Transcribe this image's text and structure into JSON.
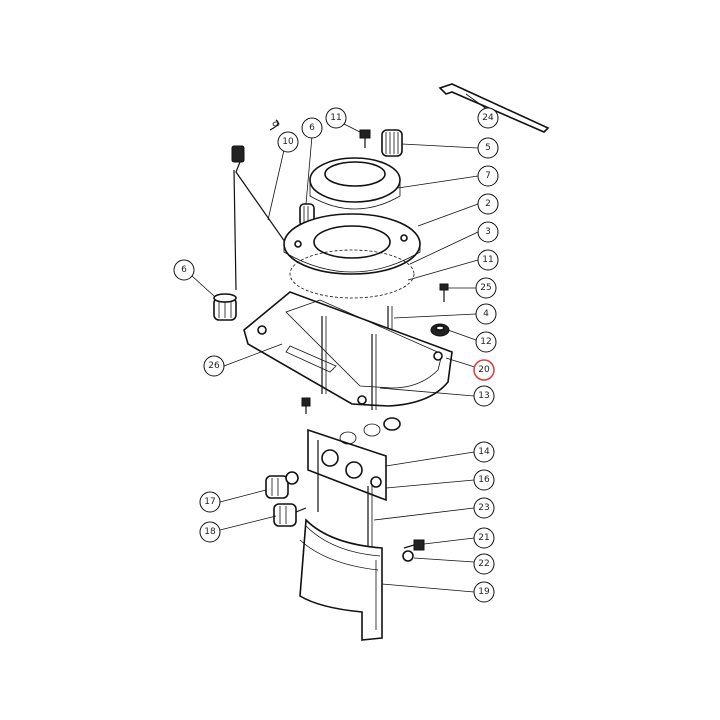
{
  "callouts": [
    {
      "id": "c24",
      "text": "24"
    },
    {
      "id": "c11a",
      "text": "11"
    },
    {
      "id": "c6a",
      "text": "6"
    },
    {
      "id": "c10",
      "text": "10"
    },
    {
      "id": "c5",
      "text": "5"
    },
    {
      "id": "c7",
      "text": "7"
    },
    {
      "id": "c2",
      "text": "2"
    },
    {
      "id": "c3",
      "text": "3"
    },
    {
      "id": "c11b",
      "text": "11"
    },
    {
      "id": "c6b",
      "text": "6"
    },
    {
      "id": "c25",
      "text": "25"
    },
    {
      "id": "c4",
      "text": "4"
    },
    {
      "id": "c12",
      "text": "12"
    },
    {
      "id": "c26",
      "text": "26"
    },
    {
      "id": "c20",
      "text": "20"
    },
    {
      "id": "c13",
      "text": "13"
    },
    {
      "id": "c14",
      "text": "14"
    },
    {
      "id": "c16",
      "text": "16"
    },
    {
      "id": "c17",
      "text": "17"
    },
    {
      "id": "c23",
      "text": "23"
    },
    {
      "id": "c18",
      "text": "18"
    },
    {
      "id": "c21",
      "text": "21"
    },
    {
      "id": "c22",
      "text": "22"
    },
    {
      "id": "c19",
      "text": "19"
    }
  ],
  "highlight": {
    "callout": "20",
    "color": "#e03a3a"
  },
  "colors": {
    "ink": "#111111",
    "background": "#ffffff"
  }
}
